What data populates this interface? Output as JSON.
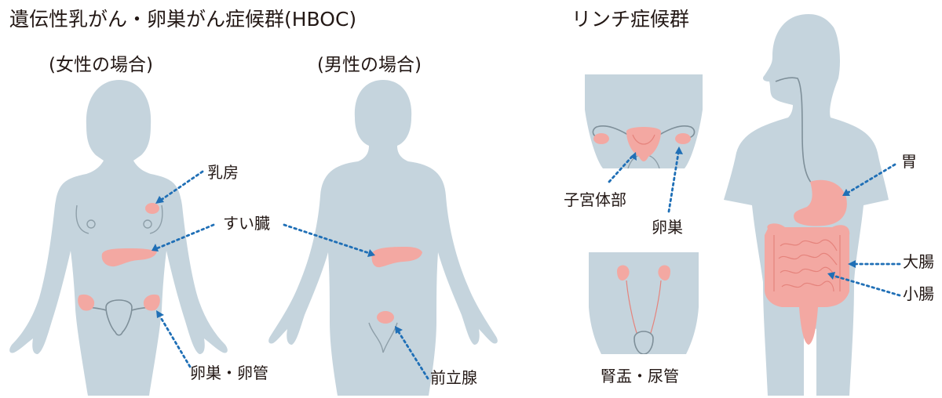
{
  "hboc": {
    "title": "遺伝性乳がん・卵巣がん症候群(HBOC)",
    "female_heading": "(女性の場合)",
    "male_heading": "(男性の場合)",
    "labels": {
      "breast": "乳房",
      "pancreas": "すい臓",
      "ovary_tube": "卵巣・卵管",
      "prostate": "前立腺"
    }
  },
  "lynch": {
    "title": "リンチ症候群",
    "labels": {
      "uterus": "子宮体部",
      "ovary": "卵巣",
      "renal_pelvis_ureter": "腎盂・尿管",
      "stomach": "胃",
      "large_intestine": "大腸",
      "small_intestine": "小腸"
    }
  },
  "colors": {
    "body": "#c5d4dd",
    "organ": "#f3a8a2",
    "arrow": "#1f6fb6"
  }
}
